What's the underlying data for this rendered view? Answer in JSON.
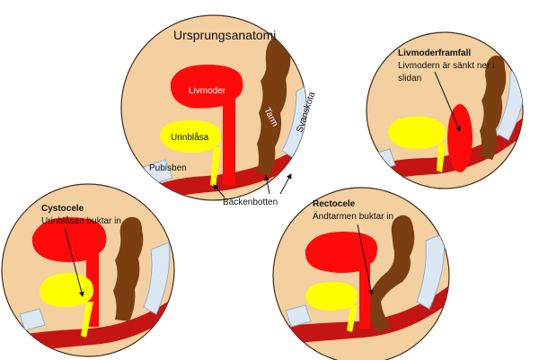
{
  "colors": {
    "disc_fill": "#f4cfa0",
    "disc_stroke": "#3f2f1e",
    "uterus": "#ff0a0a",
    "bladder": "#ffff00",
    "intestine": "#7b3d12",
    "pelvic_floor": "#c41414",
    "bone": "#dbe8f4",
    "bone_stroke": "#93aec9"
  },
  "icons": [
    "uterus-shape",
    "bladder-shape",
    "intestine-shape",
    "pelvic-floor-band",
    "pubic-bone-shape",
    "tailbone-shape",
    "label-arrow"
  ],
  "panels": {
    "original": {
      "title": "Ursprungsanatomi",
      "uterus": "Livmoder",
      "bladder": "Urinblåsa",
      "intestine": "Tarm",
      "tailbone": "Svanskota",
      "pubic_bone": "Pubisben",
      "pelvic_floor": "Bäckenbotten"
    },
    "prolapse": {
      "heading": "Livmoderframfall",
      "line1": "Livmodern är sänkt ner i",
      "line2": "slidan"
    },
    "cystocele": {
      "heading": "Cystocele",
      "line1": "Urinblåsan buktar in"
    },
    "rectocele": {
      "heading": "Rectocele",
      "line1": "Ändtarmen buktar in"
    }
  }
}
